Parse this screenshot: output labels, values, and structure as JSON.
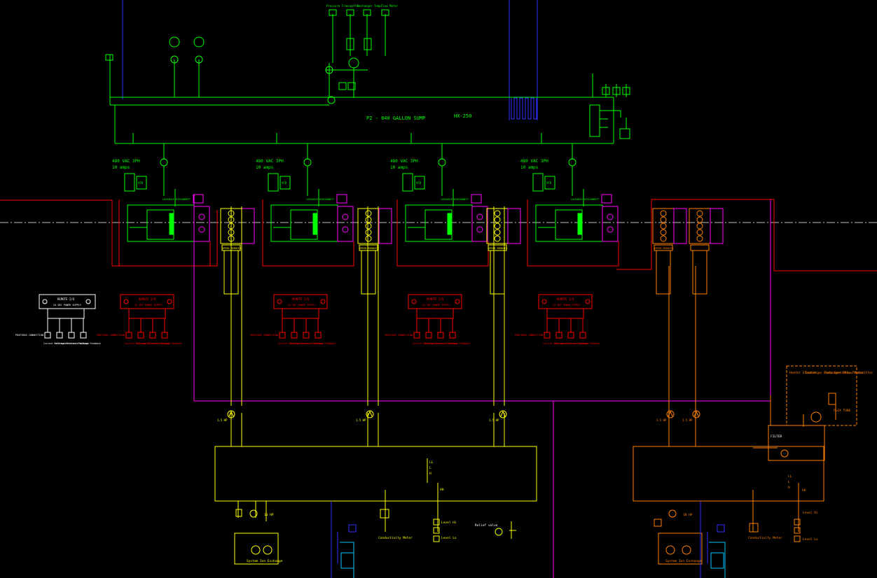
{
  "colors": {
    "background": "#000000",
    "green": "#00ff00",
    "red": "#ff0000",
    "magenta": "#ff00ff",
    "yellow": "#ffff00",
    "orange": "#ff8000",
    "white": "#ffffff",
    "blue": "#3030ff",
    "cyan": "#00c8ff"
  },
  "sump": {
    "title": "P2 - 840 GALLON SUMP",
    "tag": "HX-250"
  },
  "drive_units": [
    {
      "voltage": "480 VAC 3PH",
      "current": "10 amps",
      "vfd": "VFD",
      "disconnect": "LOCKABLE DISCONNECT"
    },
    {
      "voltage": "480 VAC 3PH",
      "current": "10 amps",
      "vfd": "VFD",
      "disconnect": "LOCKABLE DISCONNECT"
    },
    {
      "voltage": "480 VAC 3PH",
      "current": "10 amps",
      "vfd": "VFD",
      "disconnect": "LOCKABLE DISCONNECT"
    },
    {
      "voltage": "480 VAC 3PH",
      "current": "10 amps",
      "vfd": "VFD",
      "disconnect": "LOCKABLE DISCONNECT"
    }
  ],
  "io_modules": [
    {
      "title": "REMOTE I/O",
      "subtitle": "24 VDC POWER SUPPLY",
      "color": "white",
      "signals": [
        "Current Reference",
        "Voltage Reference",
        "Current Feedback",
        "Voltage Feedback"
      ],
      "side_label": "PROFIBUS CONNECTION"
    },
    {
      "title": "REMOTE I/O",
      "subtitle": "24 VDC POWER SUPPLY",
      "color": "red",
      "signals": [
        "Current Reference",
        "Voltage Reference",
        "Current Feedback",
        "Voltage Feedback"
      ],
      "side_label": "PROFIBUS CONNECTION"
    },
    {
      "title": "REMOTE I/O",
      "subtitle": "24 VDC POWER SUPPLY",
      "color": "red",
      "signals": [
        "Current Reference",
        "Voltage Reference",
        "Current Feedback",
        "Voltage Feedback"
      ],
      "side_label": "PROFIBUS CONNECTION"
    },
    {
      "title": "REMOTE I/O",
      "subtitle": "24 VDC POWER SUPPLY",
      "color": "red",
      "signals": [
        "Current Reference",
        "Voltage Reference",
        "Current Feedback",
        "Voltage Feedback"
      ],
      "side_label": "PROFIBUS CONNECTION"
    },
    {
      "title": "REMOTE I/O",
      "subtitle": "24 VDC POWER SUPPLY",
      "color": "red",
      "signals": [
        "Current Reference",
        "Voltage Reference",
        "Current Feedback",
        "Voltage Feedback"
      ],
      "side_label": "PROFIBUS CONNECTION"
    }
  ],
  "left_tank": {
    "level_labels": [
      "LL",
      "L",
      "H",
      "HH"
    ],
    "level_texts": [
      "Level Hi",
      "Level Lo"
    ],
    "conductivity": "Conductivity Meter",
    "ion_exchange": "System Ion Exchange",
    "pump_tag": "10 HP",
    "relief": "Relief valve"
  },
  "right_tank": {
    "level_labels": [
      "LL",
      "L",
      "H",
      "HH"
    ],
    "level_texts": [
      "Level Hi",
      "Level Lo"
    ],
    "conductivity": "Conductivity Meter",
    "ion_exchange": "System Ion Exchange",
    "filter": "FILTER",
    "pump_tag": "10 HP"
  },
  "top_instruments": [
    "Pressure Transmitter",
    "Exchanger Temp",
    "Flow Meter"
  ],
  "cooling_module": {
    "labels": [
      "Heater Element",
      "Exchanger Temp Sensor",
      "Exchanger Temp Transmitter",
      "Flow Meter"
    ],
    "tag": "FLEX TUBE"
  },
  "transformer_labels": [
    "SPEED REDUCER",
    "SPEED REDUCER",
    "SPEED REDUCER",
    "SPEED REDUCER"
  ],
  "pump_tags": [
    "1.5 HP",
    "1.5 HP",
    "1.5 HP",
    "1.5 HP"
  ]
}
